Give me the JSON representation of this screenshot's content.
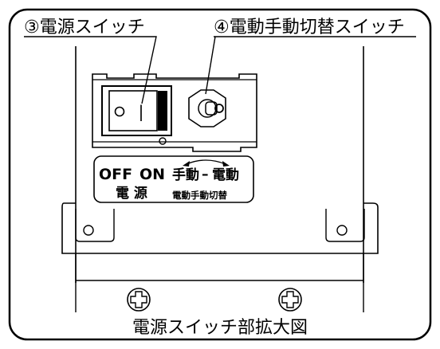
{
  "labels": {
    "power_switch": "③電源スイッチ",
    "mode_switch": "④電動手動切替スイッチ"
  },
  "panel": {
    "off_label": "OFF",
    "on_label": "ON",
    "power_label": "電 源",
    "manual_label": "手動",
    "dash": "–",
    "electric_label": "電動",
    "mode_caption": "電動手動切替",
    "rocker_on_mark": "|"
  },
  "caption": "電源スイッチ部拡大図"
}
